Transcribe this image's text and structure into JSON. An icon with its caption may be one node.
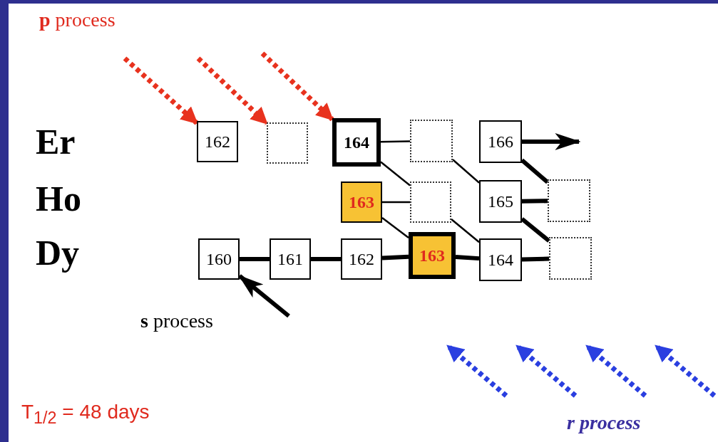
{
  "diagram": {
    "nodes": [
      {
        "text": [
          "162"
        ]
      },
      {
        "text": [],
        "shape": "box"
      },
      {
        "text": [
          "164"
        ]
      },
      {
        "text": [],
        "shape": "box"
      },
      {
        "text": [
          "166"
        ]
      },
      {
        "text": [
          "163"
        ]
      },
      {
        "text": [],
        "shape": "box"
      },
      {
        "text": [
          "165"
        ]
      },
      {
        "text": [],
        "shape": "box"
      },
      {
        "text": [
          "160"
        ]
      },
      {
        "text": [
          "161"
        ]
      },
      {
        "text": [
          "162"
        ]
      },
      {
        "text": [
          "163"
        ]
      },
      {
        "text": [
          "164"
        ]
      },
      {
        "text": [],
        "shape": "box"
      }
    ],
    "edges": [
      {
        "from": null,
        "to": 0,
        "arrow": "to",
        "style": "dashed",
        "color": "#e8321e"
      },
      {
        "from": null,
        "to": 1,
        "arrow": "to",
        "style": "dashed",
        "color": "#e8321e"
      },
      {
        "from": null,
        "to": 2,
        "arrow": "to",
        "style": "dashed",
        "color": "#e8321e"
      },
      {
        "from": 2,
        "to": 3,
        "arrow": "none"
      },
      {
        "from": 2,
        "to": 6,
        "arrow": "none"
      },
      {
        "from": 3,
        "to": 7,
        "arrow": "none"
      },
      {
        "from": 4,
        "to": null,
        "arrow": "to"
      },
      {
        "from": 4,
        "to": 8,
        "arrow": "none"
      },
      {
        "from": 5,
        "to": 6,
        "arrow": "none"
      },
      {
        "from": 5,
        "to": 12,
        "arrow": "none"
      },
      {
        "from": 6,
        "to": 13,
        "arrow": "none"
      },
      {
        "from": 7,
        "to": 8,
        "arrow": "none"
      },
      {
        "from": 7,
        "to": 14,
        "arrow": "none"
      },
      {
        "from": 9,
        "to": 10,
        "arrow": "none"
      },
      {
        "from": 10,
        "to": 11,
        "arrow": "none"
      },
      {
        "from": 11,
        "to": 12,
        "arrow": "none"
      },
      {
        "from": 12,
        "to": 13,
        "arrow": "none"
      },
      {
        "from": 13,
        "to": 14,
        "arrow": "none"
      },
      {
        "from": null,
        "to": 9,
        "arrow": "to"
      }
    ],
    "labels": [
      "**p** process",
      "Er",
      "Ho",
      "Dy",
      "**s** process",
      "T$_{1/2}$ = 48 days",
      "r process"
    ]
  }
}
